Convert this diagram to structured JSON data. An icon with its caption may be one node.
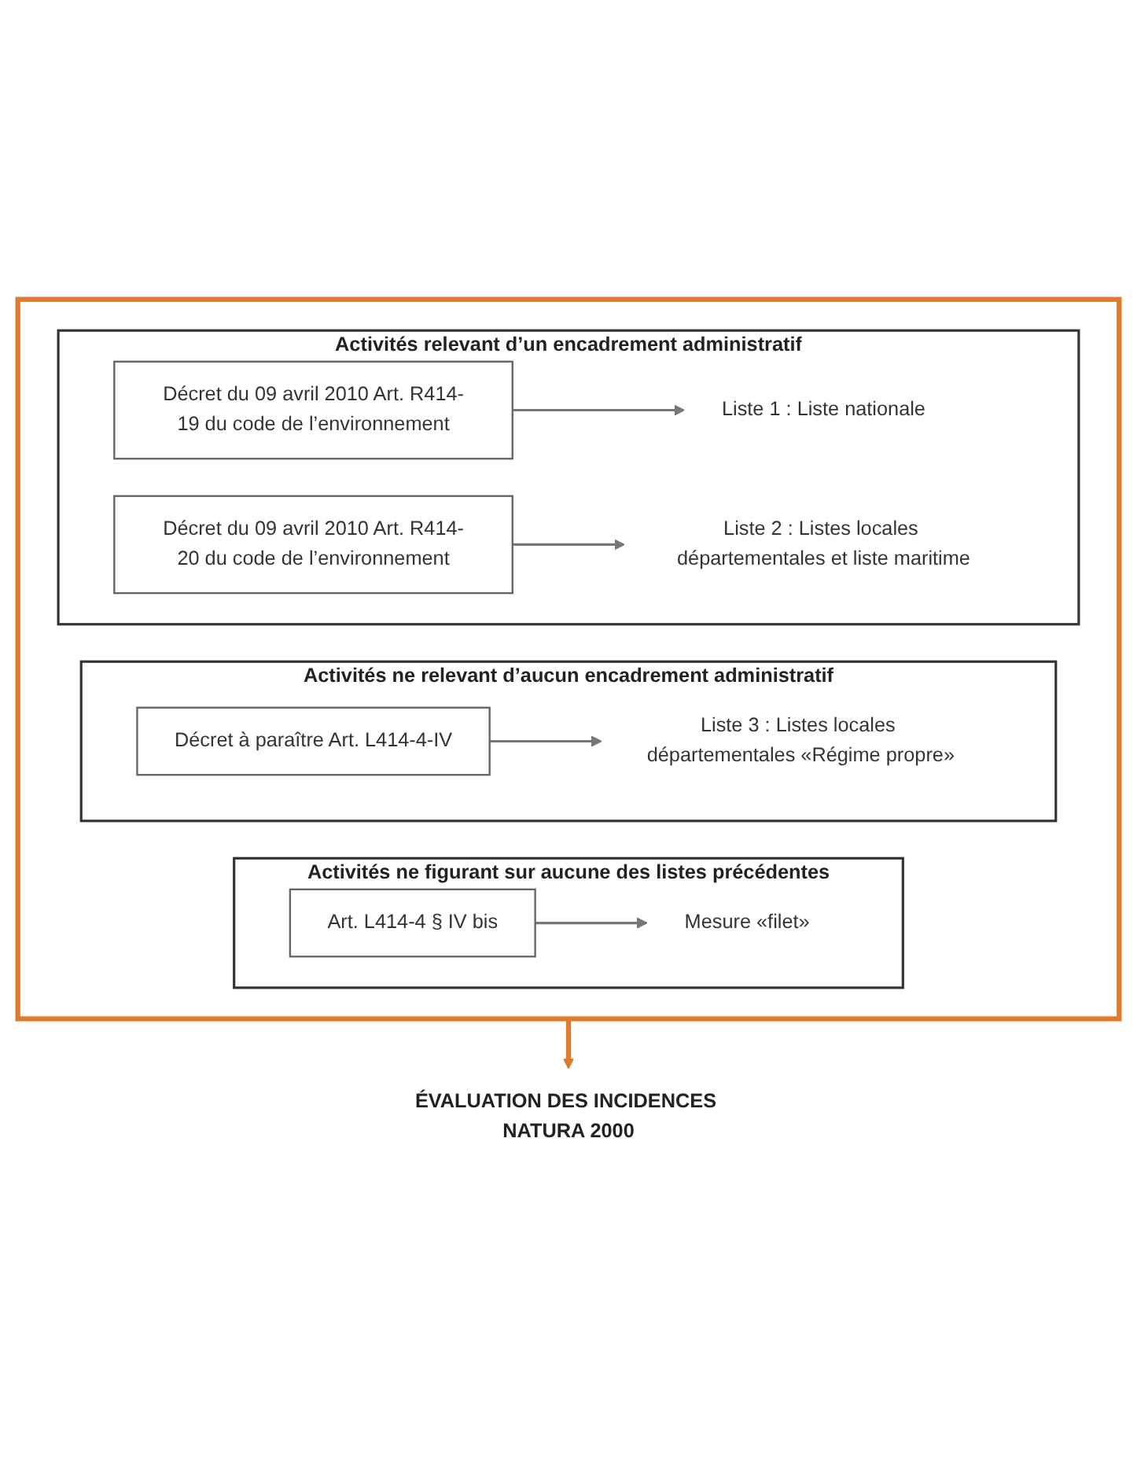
{
  "diagram": {
    "nodes": [
      {
        "text": [],
        "shape": "box"
      },
      {
        "text": [
          "Activités relevant d’un encadrement administratif"
        ],
        "in": 0
      },
      {
        "text": [
          "Décret du 09 avril 2010 Art. R414-19 du code de l’environnement"
        ],
        "in": 1
      },
      {
        "text": [
          "Liste 1 : Liste nationale"
        ],
        "in": 1
      },
      {
        "text": [
          "Décret du 09 avril 2010 Art. R414-20 du code de l’environnement"
        ],
        "in": 1
      },
      {
        "text": [
          "Liste 2 : Listes locales départementales et liste maritime"
        ],
        "in": 1
      },
      {
        "text": [
          "Activités ne relevant d’aucun encadrement administratif"
        ],
        "in": 0
      },
      {
        "text": [
          "Décret à paraître Art. L414-4-IV"
        ],
        "in": 6
      },
      {
        "text": [
          "Liste 3 : Listes locales départementales «Régime propre»"
        ],
        "in": 6
      },
      {
        "text": [
          "Activités ne figurant sur aucune des listes précédentes"
        ],
        "in": 0
      },
      {
        "text": [
          "Art. L414-4 § IV bis"
        ],
        "in": 9
      },
      {
        "text": [
          "Mesure «filet»"
        ],
        "in": 9
      },
      {
        "text": [
          "ÉVALUATION DES INCIDENCES NATURA 2000"
        ]
      }
    ],
    "edges": [
      {
        "from": 2,
        "to": 3,
        "arrow": "to"
      },
      {
        "from": 4,
        "to": 5,
        "arrow": "to"
      },
      {
        "from": 7,
        "to": 8,
        "arrow": "to"
      },
      {
        "from": 10,
        "to": 11,
        "arrow": "to"
      },
      {
        "from": 0,
        "to": 12,
        "arrow": "to",
        "style": "thick",
        "color": "#e07b2e"
      }
    ]
  }
}
